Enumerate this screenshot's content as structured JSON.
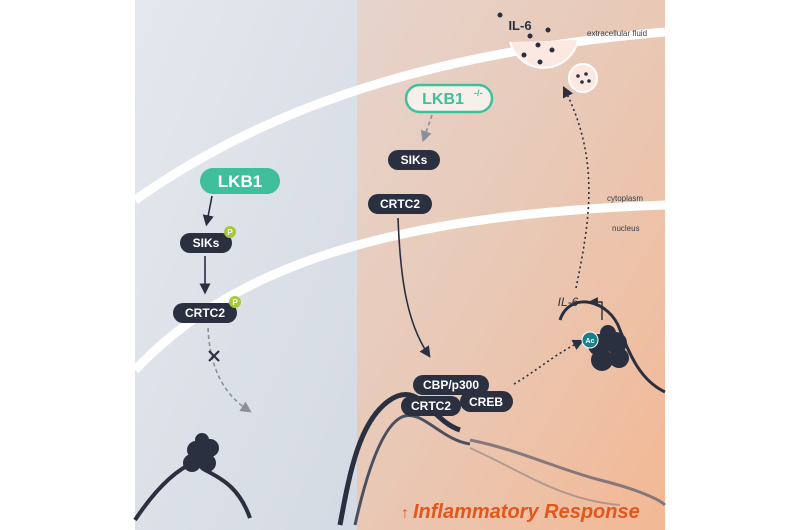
{
  "compartments": {
    "extracellular": "extracellular fluid",
    "cytoplasm": "cytoplasm",
    "nucleus": "nucleus"
  },
  "normal": {
    "lkb1": "LKB1",
    "siks": "SIKs",
    "crtc2": "CRTC2",
    "phospho": "P"
  },
  "knockout": {
    "lkb1": "LKB1",
    "lkb1_superscript": "-/-",
    "siks": "SIKs",
    "crtc2": "CRTC2",
    "cbp": "CBP/p300",
    "crtc2_bound": "CRTC2",
    "creb": "CREB",
    "acetyl": "Ac",
    "il6_gene": "IL-6",
    "il6_secreted": "IL-6"
  },
  "response": {
    "arrow": "↑",
    "label": "Inflammatory Response"
  },
  "colors": {
    "lkb1_green": "#3fbf9c",
    "dark_node": "#2a3040",
    "phospho_green": "#a6c93a",
    "acetyl_teal": "#1a7f86",
    "response_orange": "#e2571b"
  }
}
